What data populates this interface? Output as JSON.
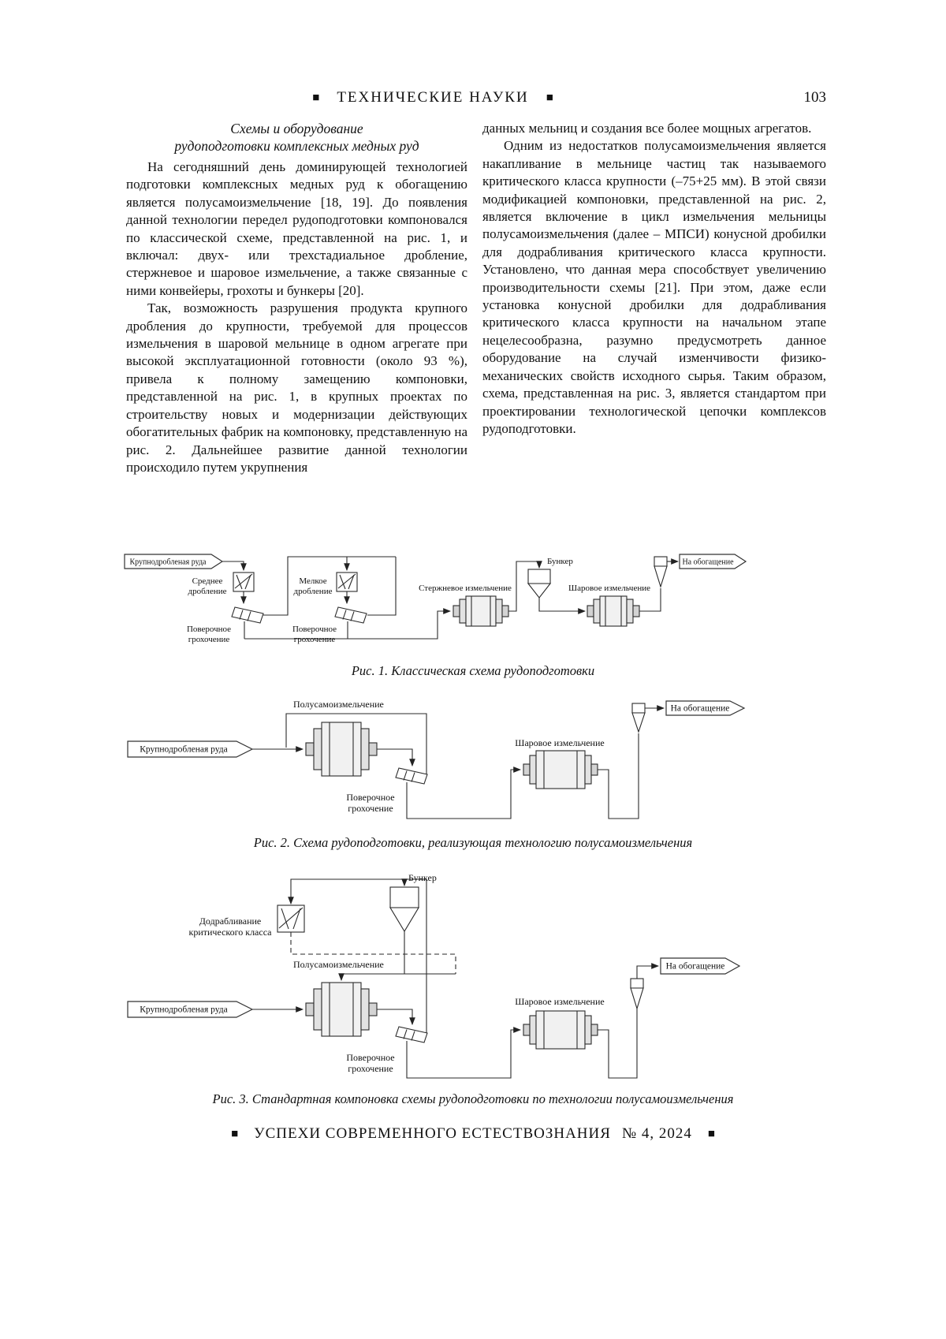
{
  "header": {
    "left_square": "■",
    "title": "ТЕХНИЧЕСКИЕ НАУКИ",
    "right_square": "■",
    "page_number": "103"
  },
  "article": {
    "title_line1": "Схемы и оборудование",
    "title_line2": "рудоподготовки комплексных медных руд",
    "left_col": {
      "p1": "На сегодняшний день доминирующей технологией подготовки комплексных медных руд к обогащению является полусамоизмельчение [18, 19]. До появления данной технологии передел рудоподготовки компоновался по классической схеме, представленной на рис. 1, и включал: двух- или трехстадиальное дробление, стержневое и шаровое измельчение, а также связанные с ними конвейеры, грохоты и бункеры [20].",
      "p2": "Так, возможность разрушения продукта крупного дробления до крупности, требуемой для процессов измельчения в шаровой мельнице в одном агрегате при высокой эксплуатационной готовности (около 93 %), привела к полному замещению компоновки, представленной на рис. 1, в крупных проектах по строительству новых и модернизации действующих обогатительных фабрик на компоновку, представленную на рис. 2. Дальнейшее развитие данной технологии происходило путем укрупнения"
    },
    "right_col": {
      "p1": "данных мельниц и создания все более мощных агрегатов.",
      "p2": "Одним из недостатков полусамоизмельчения является накапливание в мельнице частиц так называемого критического класса крупности (–75+25 мм). В этой связи модификацией компоновки, представленной на рис. 2, является включение в цикл измельчения мельницы полусамоизмельчения (далее – МПСИ) конусной дробилки для додрабливания критического класса крупности. Установлено, что данная мера способствует увеличению производительности схемы [21]. При этом, даже если установка конусной дробилки для додрабливания критического класса крупности на начальном этапе нецелесообразна, разумно предусмотреть данное оборудование на случай изменчивости физико-механических свойств исходного сырья. Таким образом, схема, представленная на рис. 3, является стандартом при проектировании технологической цепочки комплексов рудоподготовки."
    }
  },
  "figures": {
    "fig1": {
      "caption": "Рис. 1. Классическая схема рудоподготовки",
      "labels": {
        "input": "Крупнодробленая руда",
        "medium_crushing": "Среднее дробление",
        "fine_crushing": "Мелкое дробление",
        "screening1": "Поверочное грохочение",
        "screening2": "Поверочное грохочение",
        "rod_mill": "Стержневое измельчение",
        "bunker": "Бункер",
        "ball_mill": "Шаровое измельчение",
        "output": "На обогащение"
      }
    },
    "fig2": {
      "caption": "Рис. 2. Схема рудоподготовки, реализующая технологию полусамоизмельчения",
      "labels": {
        "sag": "Полусамоизмельчение",
        "input": "Крупнодробленая руда",
        "screening": "Поверочное грохочение",
        "ball_mill": "Шаровое измельчение",
        "output": "На обогащение"
      }
    },
    "fig3": {
      "caption": "Рис. 3. Стандартная компоновка схемы рудоподготовки по технологии полусамоизмельчения",
      "labels": {
        "bunker": "Бункер",
        "recrushing_line1": "Додрабливание",
        "recrushing_line2": "критического класса",
        "sag": "Полусамоизмельчение",
        "input": "Крупнодробленая руда",
        "screening": "Поверочное грохочение",
        "ball_mill": "Шаровое измельчение",
        "output": "На обогащение"
      }
    }
  },
  "footer": {
    "left_square": "■",
    "journal": "УСПЕХИ СОВРЕМЕННОГО ЕСТЕСТВОЗНАНИЯ",
    "issue": "№ 4, 2024",
    "right_square": "■"
  }
}
